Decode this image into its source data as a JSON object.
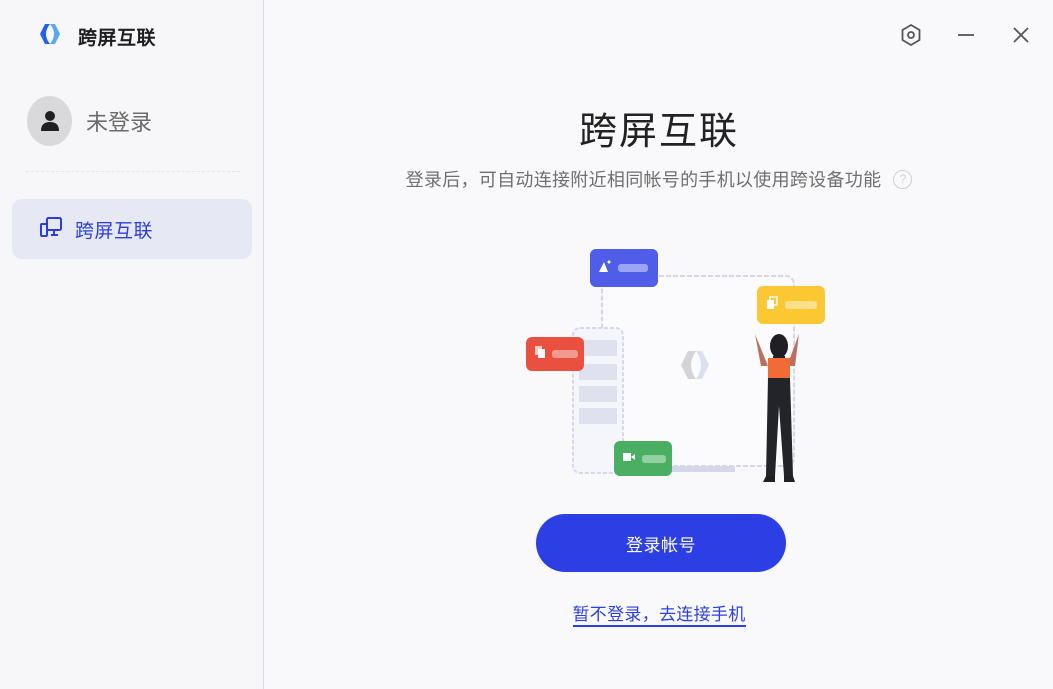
{
  "app": {
    "title": "跨屏互联",
    "brand_color": "#2b3fe4"
  },
  "sidebar": {
    "user": {
      "name": "未登录"
    },
    "items": [
      {
        "label": "跨屏互联",
        "active": true
      }
    ]
  },
  "window_controls": {
    "settings": "settings-icon",
    "minimize": "minimize-icon",
    "close": "close-icon"
  },
  "main": {
    "title": "跨屏互联",
    "subtitle": "登录后，可自动连接附近相同帐号的手机以使用跨设备功能",
    "help_icon": "?",
    "illustration": {
      "cards": [
        {
          "color": "#4f5de8",
          "icon": "gallery-icon"
        },
        {
          "color": "#fbc833",
          "icon": "file-transfer-icon"
        },
        {
          "color": "#e9503f",
          "icon": "copy-icon"
        },
        {
          "color": "#4aaf63",
          "icon": "video-icon"
        }
      ]
    },
    "login_button": "登录帐号",
    "skip_link": "暂不登录，去连接手机"
  }
}
